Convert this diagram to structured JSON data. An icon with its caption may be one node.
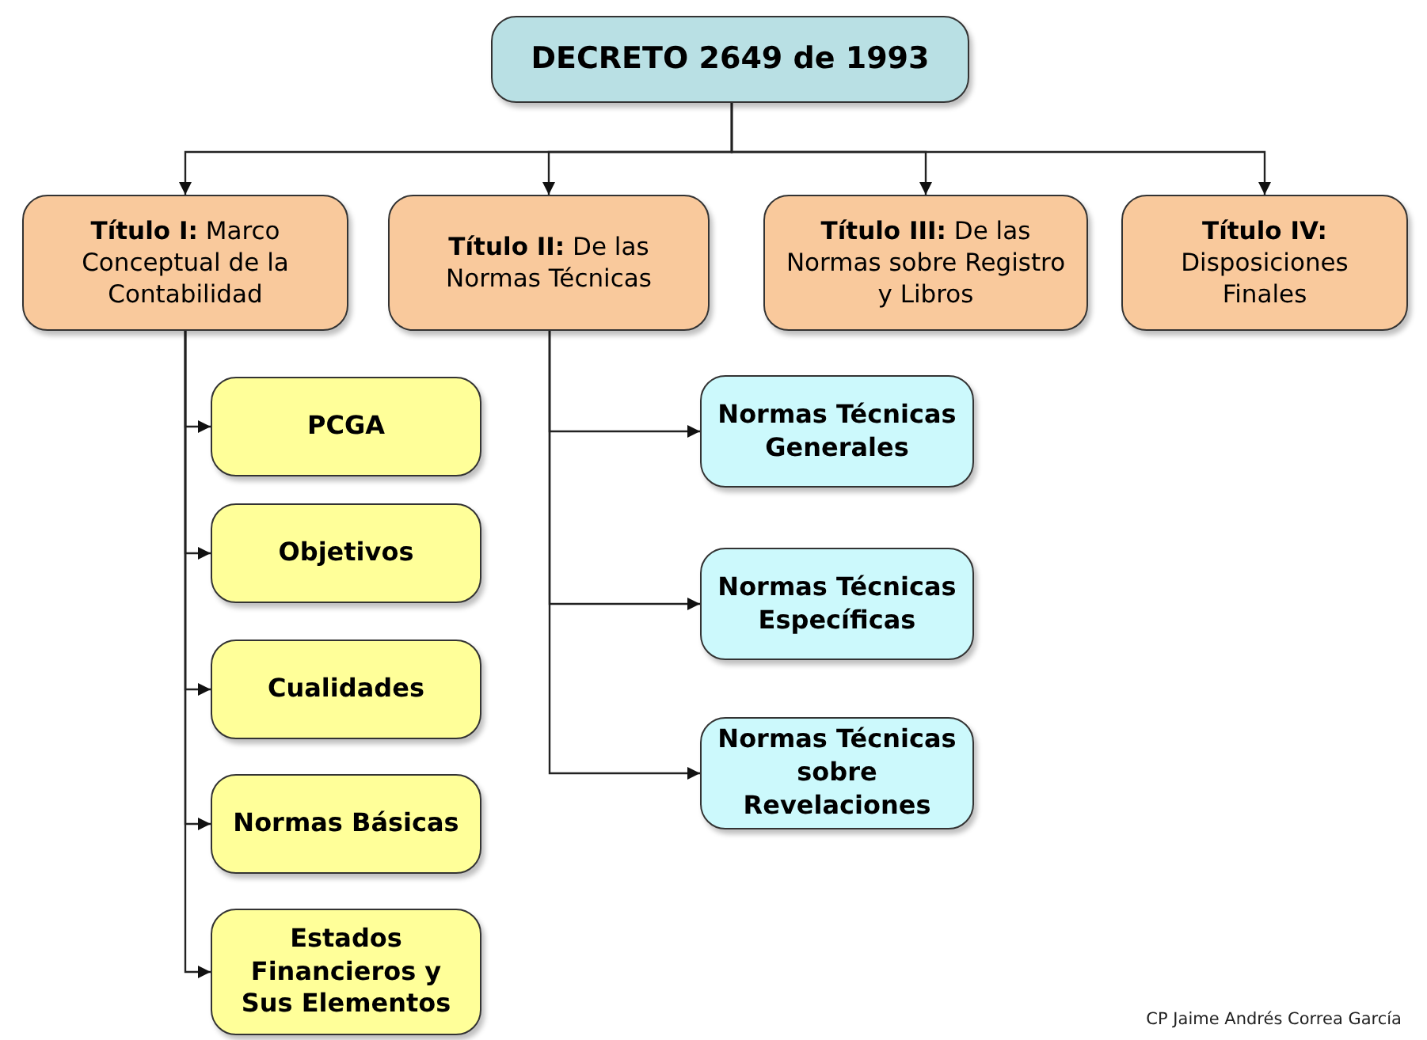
{
  "diagram": {
    "nodes": [
      {
        "text": [
          "DECRETO 2649 de 1993"
        ]
      },
      {
        "text": [
          "**Título I:** Marco Conceptual de la Contabilidad"
        ]
      },
      {
        "text": [
          "**Título II:** De las Normas Técnicas"
        ]
      },
      {
        "text": [
          "**Título III:** De las Normas sobre Registro y Libros"
        ]
      },
      {
        "text": [
          "**Título IV:** Disposiciones Finales"
        ]
      },
      {
        "text": [
          "PCGA"
        ]
      },
      {
        "text": [
          "Objetivos"
        ]
      },
      {
        "text": [
          "Cualidades"
        ]
      },
      {
        "text": [
          "Normas Básicas"
        ]
      },
      {
        "text": [
          "Estados Financieros y Sus Elementos"
        ]
      },
      {
        "text": [
          "Normas Técnicas Generales"
        ]
      },
      {
        "text": [
          "Normas Técnicas Específicas"
        ]
      },
      {
        "text": [
          "Normas Técnicas sobre Revelaciones"
        ]
      }
    ],
    "edges": [
      {
        "from": 0,
        "to": 1,
        "arrow": "to"
      },
      {
        "from": 0,
        "to": 2,
        "arrow": "to"
      },
      {
        "from": 0,
        "to": 3,
        "arrow": "to"
      },
      {
        "from": 0,
        "to": 4,
        "arrow": "to"
      },
      {
        "from": 1,
        "to": 5,
        "arrow": "to"
      },
      {
        "from": 1,
        "to": 6,
        "arrow": "to"
      },
      {
        "from": 1,
        "to": 7,
        "arrow": "to"
      },
      {
        "from": 1,
        "to": 8,
        "arrow": "to"
      },
      {
        "from": 1,
        "to": 9,
        "arrow": "to"
      },
      {
        "from": 2,
        "to": 10,
        "arrow": "to"
      },
      {
        "from": 2,
        "to": 11,
        "arrow": "to"
      },
      {
        "from": 2,
        "to": 12,
        "arrow": "to"
      }
    ],
    "labels": [
      "CP Jaime Andrés Correa García"
    ]
  }
}
